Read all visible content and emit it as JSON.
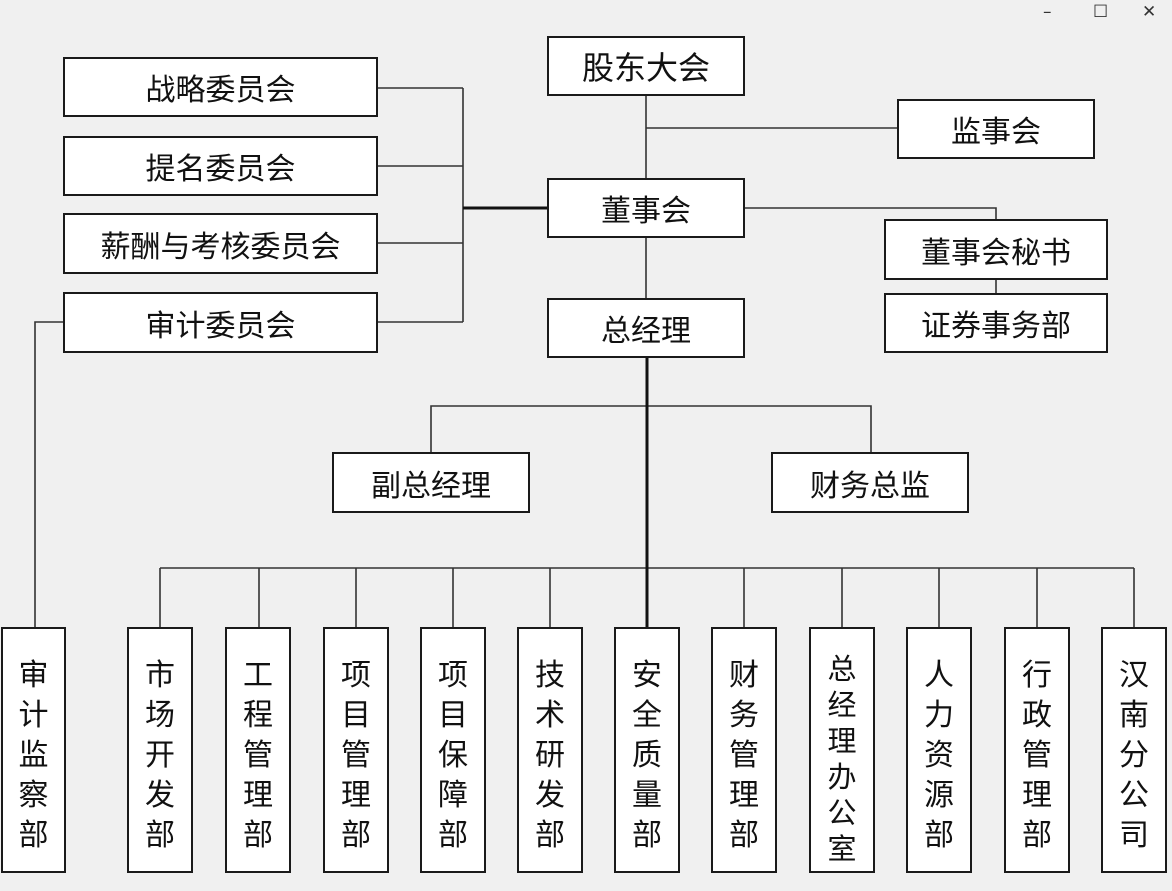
{
  "window_controls": {
    "minimize": "–",
    "maximize": "☐",
    "close": "✕"
  },
  "top": {
    "shareholders": "股东大会",
    "supervisors": "监事会",
    "board": "董事会",
    "board_secretary": "董事会秘书",
    "securities_dept": "证券事务部",
    "general_manager": "总经理",
    "deputy_gm": "副总经理",
    "cfo": "财务总监"
  },
  "committees": {
    "strategy": "战略委员会",
    "nomination": "提名委员会",
    "compensation": "薪酬与考核委员会",
    "audit": "审计委员会"
  },
  "departments": {
    "audit_supervision": "审\n计\n监\n察\n部",
    "market_dev": "市\n场\n开\n发\n部",
    "engineering": "工\n程\n管\n理\n部",
    "project_mgmt": "项\n目\n管\n理\n部",
    "project_support": "项\n目\n保\n障\n部",
    "tech_rd": "技\n术\n研\n发\n部",
    "safety_quality": "安\n全\n质\n量\n部",
    "finance_mgmt": "财\n务\n管\n理\n部",
    "gm_office": "总\n经\n理\n办\n公\n室",
    "hr": "人\n力\n资\n源\n部",
    "admin": "行\n政\n管\n理\n部",
    "hannan_branch": "汉\n南\n分\n公\n司"
  }
}
